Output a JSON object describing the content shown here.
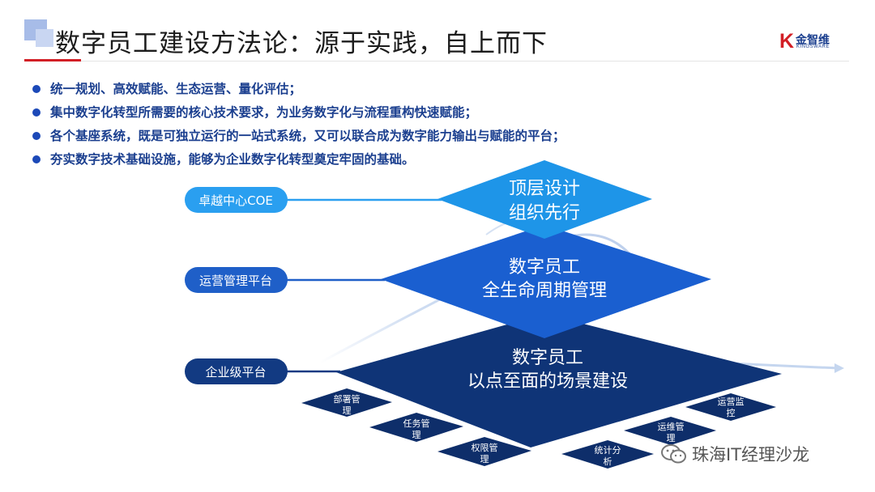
{
  "title": "数字员工建设方法论：源于实践，自上而下",
  "logo": {
    "mark": "K",
    "cn": "金智维",
    "en": "KINGSWARE"
  },
  "bullets": [
    "统一规划、高效赋能、生态运营、量化评估；",
    "集中数字化转型所需要的核心技术要求，为业务数字化与流程重构快速赋能；",
    "各个基座系统，既是可独立运行的一站式系统，又可以联合成为数字能力输出与赋能的平台；",
    "夯实数字技术基础设施，能够为企业数字化转型奠定牢固的基础。"
  ],
  "diagram": {
    "layers": [
      {
        "line1": "顶层设计",
        "line2": "组织先行",
        "label": "卓越中心COE"
      },
      {
        "line1": "数字员工",
        "line2": "全生命周期管理",
        "label": "运营管理平台"
      },
      {
        "line1": "数字员工",
        "line2": "以点至面的场景建设",
        "label": "企业级平台"
      }
    ],
    "modules": [
      {
        "line1": "部署管",
        "line2": "理"
      },
      {
        "line1": "任务管",
        "line2": "理"
      },
      {
        "line1": "权限管",
        "line2": "理"
      },
      {
        "line1": "统计分",
        "line2": "析"
      },
      {
        "line1": "运维管",
        "line2": "理"
      },
      {
        "line1": "运营监",
        "line2": "控"
      }
    ]
  },
  "watermark": "珠海IT经理沙龙",
  "colors": {
    "accent_blue": "#1c49b8",
    "top_diamond": "#1e95e8",
    "mid_diamond": "#1a5fd0",
    "bottom_diamond": "#0f3477",
    "module_tile": "#0e2e6a",
    "label_top": "#2a9ff0",
    "label_mid": "#1f5fc8",
    "label_bottom": "#123a82",
    "title_red": "#d21f26"
  }
}
